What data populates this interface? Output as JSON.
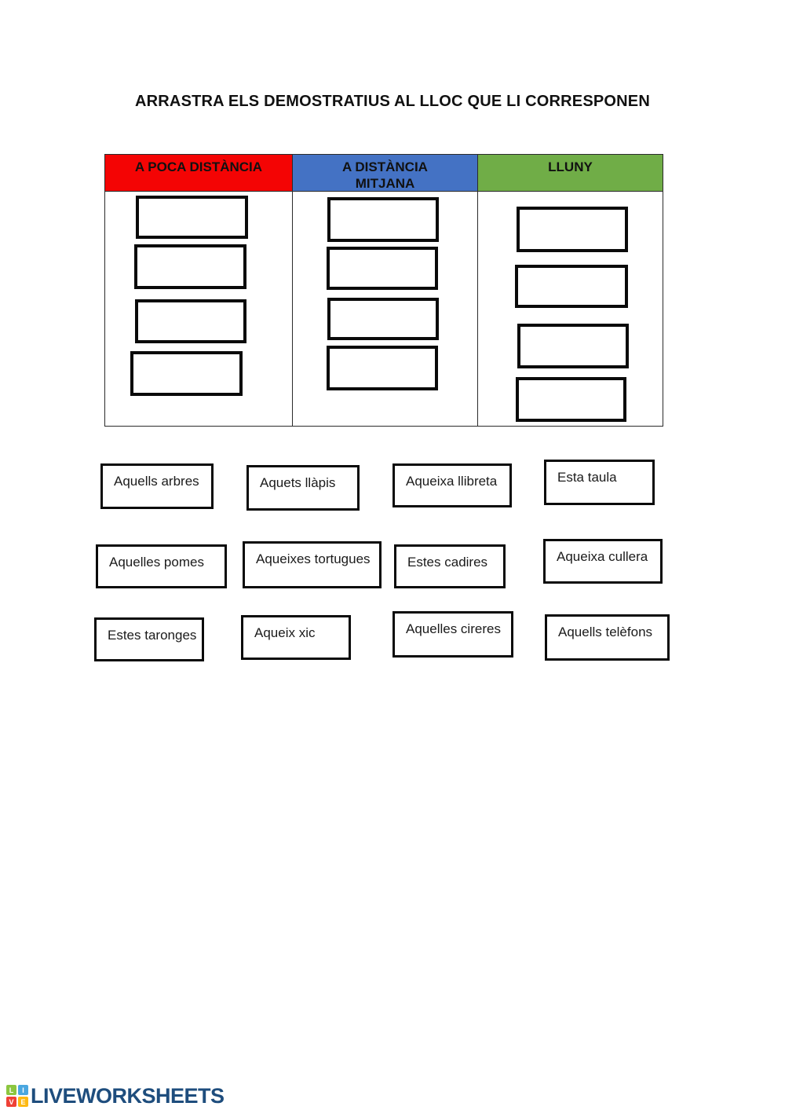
{
  "page": {
    "title": "ARRASTRA ELS DEMOSTRATIUS AL LLOC QUE LI CORRESPONEN"
  },
  "table": {
    "columns": [
      {
        "label": "A POCA DISTÀNCIA",
        "color": "#f40404"
      },
      {
        "label": "A DISTÀNCIA\nMITJANA",
        "color": "#4472c4"
      },
      {
        "label": "LLUNY",
        "color": "#70ad47"
      }
    ],
    "dropzones_per_column": 4
  },
  "drag_items": [
    {
      "label": "Aquells arbres"
    },
    {
      "label": "Aquets llàpis"
    },
    {
      "label": "Aqueixa llibreta"
    },
    {
      "label": "Esta taula"
    },
    {
      "label": "Aquelles pomes"
    },
    {
      "label": "Aqueixes tortugues"
    },
    {
      "label": "Estes cadires"
    },
    {
      "label": "Aqueixa cullera"
    },
    {
      "label": "Estes taronges"
    },
    {
      "label": "Aqueix xic"
    },
    {
      "label": "Aquelles cireres"
    },
    {
      "label": "Aquells telèfons"
    }
  ],
  "footer": {
    "logo_text": "LIVEWORKSHEETS",
    "logo_color": "#1e4d7d",
    "logo_squares": [
      {
        "letter": "L",
        "color": "#8cc63f"
      },
      {
        "letter": "I",
        "color": "#4aa7e0"
      },
      {
        "letter": "V",
        "color": "#ef4136"
      },
      {
        "letter": "E",
        "color": "#fdb913"
      }
    ]
  }
}
